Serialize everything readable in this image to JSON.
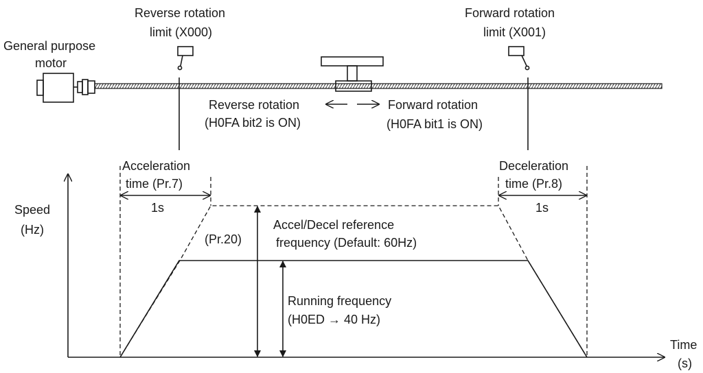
{
  "labels": {
    "motor_line1": "General purpose",
    "motor_line2": "motor",
    "rev_limit_line1": "Reverse rotation",
    "rev_limit_line2": "limit (X000)",
    "fwd_limit_line1": "Forward rotation",
    "fwd_limit_line2": "limit (X001)",
    "reverse_line1": "Reverse rotation",
    "reverse_line2": "(H0FA bit2 is ON)",
    "forward_line1": "Forward rotation",
    "forward_line2": "(H0FA bit1 is ON)",
    "accel_line1": "Acceleration",
    "accel_line2": "time (Pr.7)",
    "decel_line1": "Deceleration",
    "decel_line2": "time (Pr.8)",
    "accel_1s": "1s",
    "decel_1s": "1s",
    "speed_line1": "Speed",
    "speed_line2": "(Hz)",
    "pr20": "(Pr.20)",
    "ref_line1": "Accel/Decel reference",
    "ref_line2": "frequency (Default: 60Hz)",
    "running_line1": "Running frequency",
    "running_line2": "(H0ED → 40 Hz)",
    "time_line1": "Time",
    "time_line2": "(s)"
  },
  "colors": {
    "ink": "#1a1a1a"
  }
}
